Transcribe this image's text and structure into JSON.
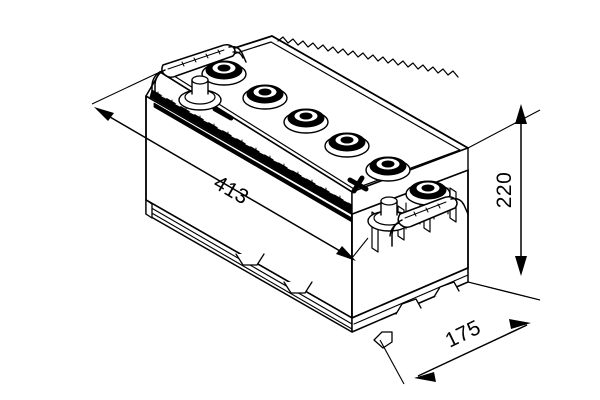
{
  "drawing": {
    "type": "isometric-technical-line-drawing",
    "subject": "automotive lead-acid battery",
    "background_color": "#ffffff",
    "line_color": "#000000"
  },
  "dimensions": {
    "length": {
      "value": "413",
      "unit_implied": "mm",
      "axis": "length",
      "label_rotation_deg": 28,
      "arrow_style": "double-headed",
      "position": "front face diagonal"
    },
    "height": {
      "value": "220",
      "unit_implied": "mm",
      "axis": "height",
      "label_rotation_deg": -90,
      "arrow_style": "double-headed",
      "position": "right side vertical"
    },
    "width": {
      "value": "175",
      "unit_implied": "mm",
      "axis": "depth",
      "label_rotation_deg": -28,
      "arrow_style": "double-headed",
      "position": "bottom right diagonal"
    }
  },
  "battery": {
    "terminals": [
      {
        "name": "negative-terminal",
        "polarity_mark": "–",
        "position": "top-left"
      },
      {
        "name": "positive-terminal",
        "polarity_mark": "+",
        "position": "top-right"
      }
    ],
    "cell_caps": {
      "count": 6,
      "style": "knurled round vent plug"
    },
    "handles": {
      "count": 2,
      "style": "recessed tube carry handle"
    },
    "base": {
      "style": "ledge foot with notches"
    },
    "front_face": {
      "detail": "dark ribbed strip along upper edge"
    }
  }
}
